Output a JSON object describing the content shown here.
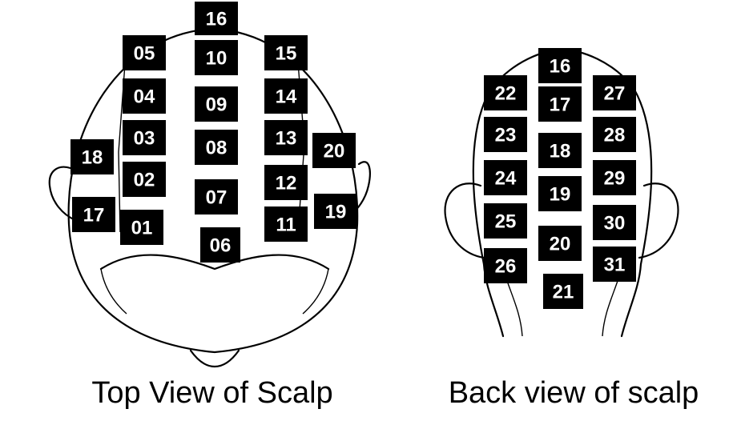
{
  "top_view": {
    "caption": "Top View of Scalp",
    "markers": [
      "16",
      "05",
      "10",
      "15",
      "04",
      "09",
      "14",
      "03",
      "08",
      "13",
      "18",
      "20",
      "02",
      "07",
      "12",
      "17",
      "19",
      "01",
      "06",
      "11"
    ]
  },
  "back_view": {
    "caption": "Back view of scalp",
    "markers": [
      "16",
      "22",
      "17",
      "27",
      "23",
      "18",
      "28",
      "24",
      "19",
      "29",
      "25",
      "20",
      "30",
      "26",
      "31",
      "21"
    ]
  }
}
